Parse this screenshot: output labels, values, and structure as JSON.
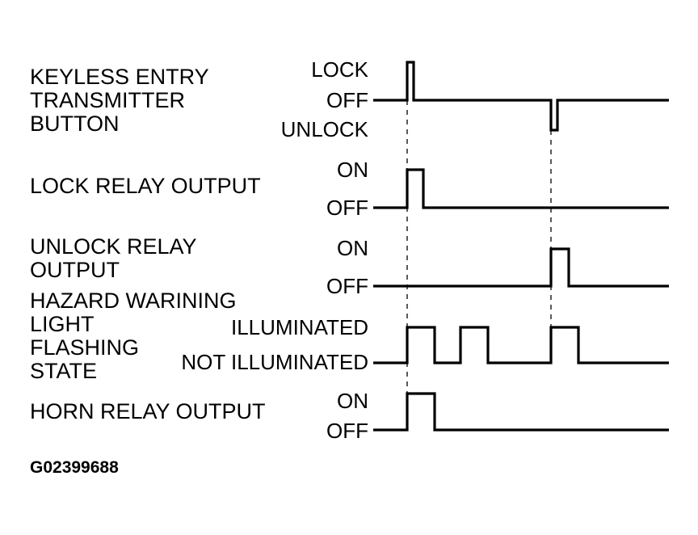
{
  "diagram": {
    "signals": [
      {
        "lines": [
          "KEYLESS ENTRY",
          "TRANSMITTER",
          "BUTTON"
        ],
        "levels": {
          "high": "LOCK",
          "base": "OFF",
          "low": "UNLOCK"
        }
      },
      {
        "lines": [
          "LOCK RELAY OUTPUT"
        ],
        "levels": {
          "high": "ON",
          "base": "OFF"
        }
      },
      {
        "lines": [
          "UNLOCK RELAY",
          "OUTPUT"
        ],
        "levels": {
          "high": "ON",
          "base": "OFF"
        }
      },
      {
        "lines": [
          "HAZARD WARINING",
          "LIGHT",
          "FLASHING",
          "STATE"
        ],
        "levels": {
          "high": "ILLUMINATED",
          "base": "NOT ILLUMINATED"
        }
      },
      {
        "lines": [
          "HORN RELAY OUTPUT"
        ],
        "levels": {
          "high": "ON",
          "base": "OFF"
        }
      }
    ],
    "figure_code": "G02399688"
  }
}
